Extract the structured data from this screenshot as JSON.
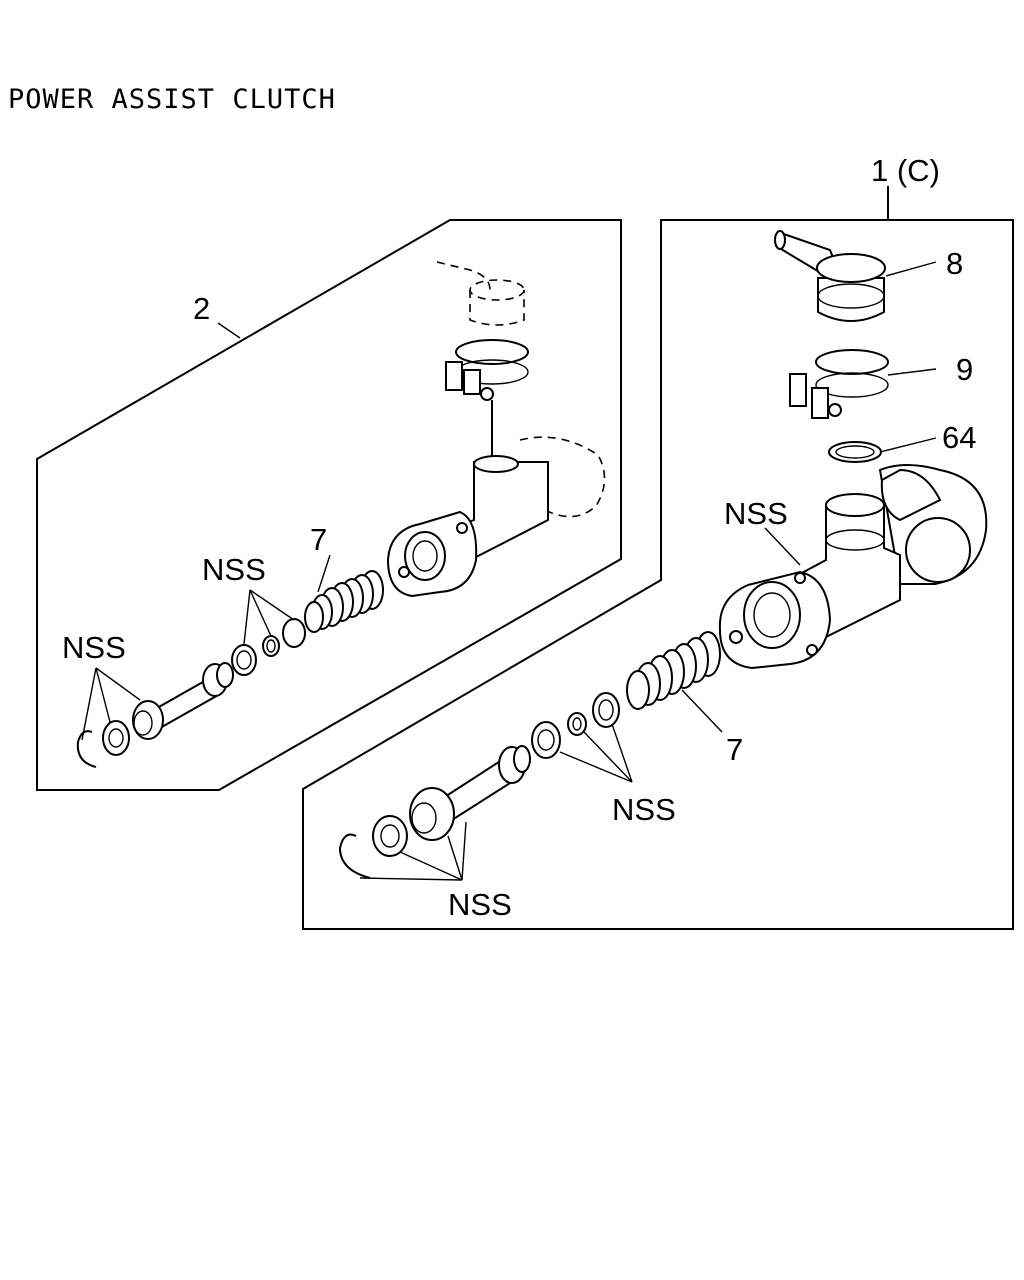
{
  "title": "POWER ASSIST CLUTCH",
  "callouts": {
    "left_assembly": "2",
    "right_assembly": "1 (C)",
    "reservoir": "8",
    "hose_clamp": "9",
    "gasket": "64",
    "boot_left": "7",
    "boot_right": "7",
    "nss_left_seals": "NSS",
    "nss_left_piston": "NSS",
    "nss_right_body": "NSS",
    "nss_right_seals": "NSS",
    "nss_right_piston": "NSS"
  }
}
